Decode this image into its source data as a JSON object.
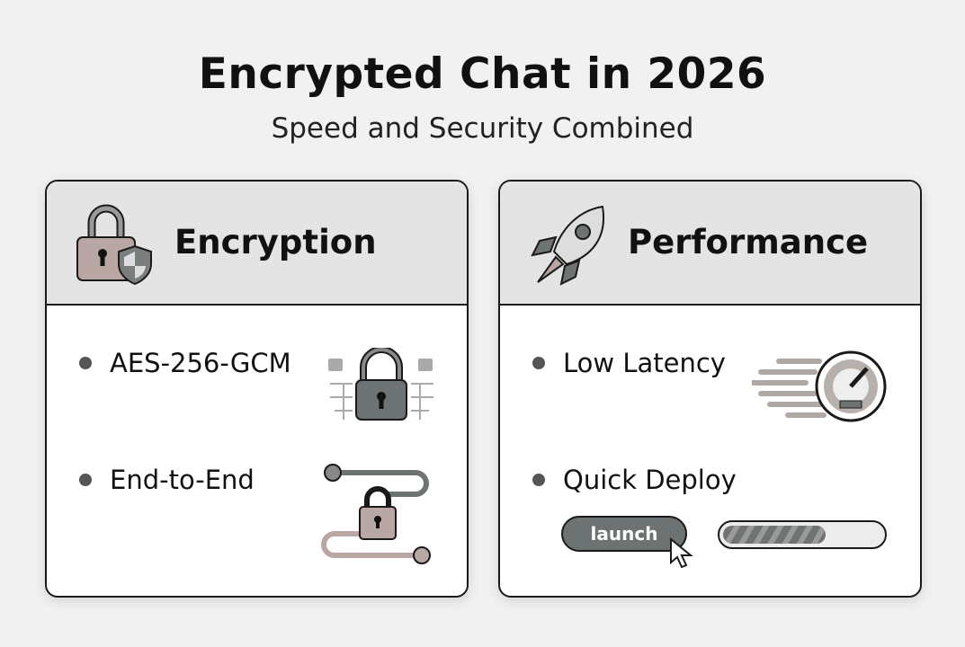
{
  "header": {
    "title": "Encrypted Chat in 2026",
    "subtitle": "Speed and Security Combined"
  },
  "cards": [
    {
      "title": "Encryption",
      "icon": "lock-shield-icon",
      "items": [
        {
          "label": "AES-256-GCM",
          "icon": "circuit-lock-icon"
        },
        {
          "label": "End-to-End",
          "icon": "connection-lock-icon"
        }
      ]
    },
    {
      "title": "Performance",
      "icon": "rocket-icon",
      "items": [
        {
          "label": "Low Latency",
          "icon": "speedometer-icon"
        },
        {
          "label": "Quick Deploy",
          "icon": "launch-icon"
        }
      ],
      "launch_label": "launch",
      "progress_percent": 65
    }
  ],
  "colors": {
    "lock": "#b8a7a2",
    "gray": "#6d7372",
    "header_bg": "#e4e4e4"
  }
}
